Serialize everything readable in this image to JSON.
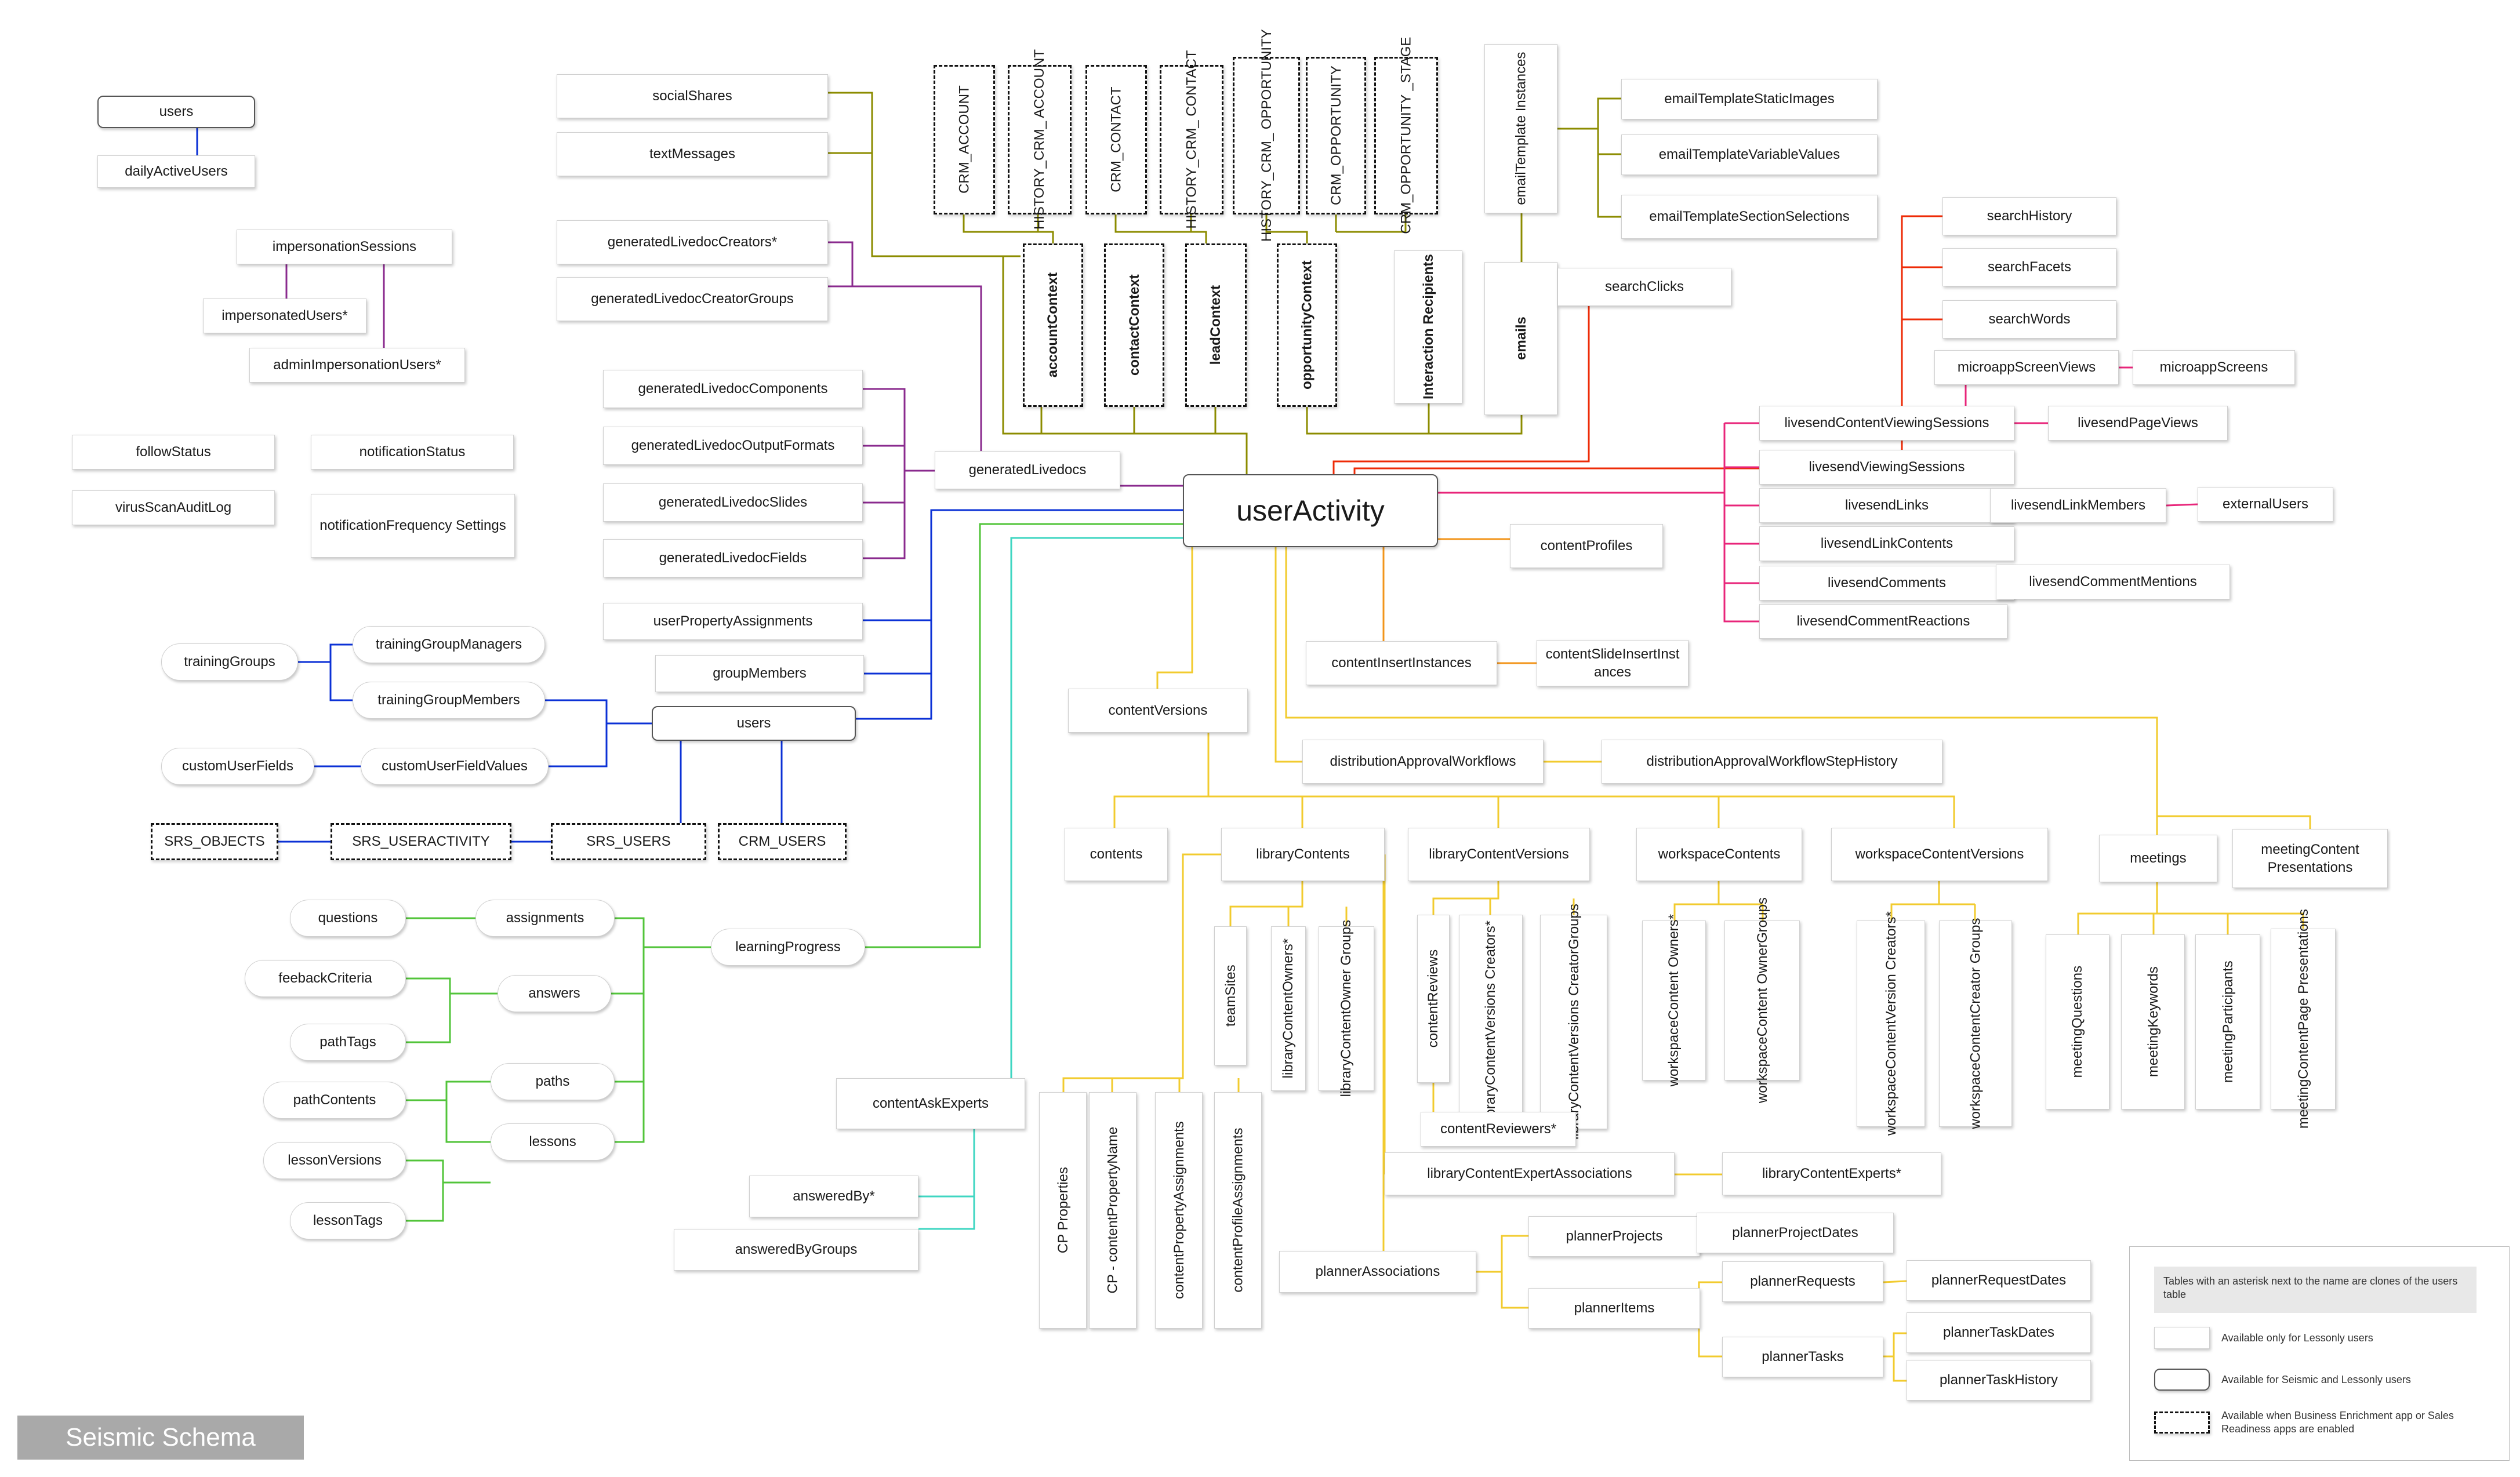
{
  "title": "Seismic Schema",
  "colors": {
    "olive": "#8c8c00",
    "purple": "#8a2a8e",
    "blue": "#0b31d6",
    "green": "#52c43a",
    "teal": "#3fd6c2",
    "red": "#ee2b07",
    "pink": "#e8257a",
    "orange": "#f2941a",
    "yellow": "#f2cb2e"
  },
  "legend": {
    "note": "Tables with an asterisk next to the name are clones of the users table",
    "items": [
      {
        "style": "box",
        "label": "Available only for Lessonly users"
      },
      {
        "style": "solid",
        "label": "Available for Seismic and Lessonly users"
      },
      {
        "style": "dashed",
        "label": "Available when Business Enrichment app or Sales Readiness apps are enabled"
      }
    ]
  },
  "nodes": [
    {
      "id": "users_top",
      "label": "users",
      "style": "solid"
    },
    {
      "id": "dailyActiveUsers",
      "label": "dailyActiveUsers",
      "style": "box"
    },
    {
      "id": "impersonationSessions",
      "label": "impersonationSessions",
      "style": "box"
    },
    {
      "id": "impersonatedUsers",
      "label": "impersonatedUsers*",
      "style": "box"
    },
    {
      "id": "adminImpersonationUsers",
      "label": "adminImpersonationUsers*",
      "style": "box"
    },
    {
      "id": "followStatus",
      "label": "followStatus",
      "style": "box"
    },
    {
      "id": "notificationStatus",
      "label": "notificationStatus",
      "style": "box"
    },
    {
      "id": "virusScanAuditLog",
      "label": "virusScanAuditLog",
      "style": "box"
    },
    {
      "id": "notificationFrequencySettings",
      "label": "notificationFrequency Settings",
      "style": "box"
    },
    {
      "id": "socialShares",
      "label": "socialShares",
      "style": "box"
    },
    {
      "id": "textMessages",
      "label": "textMessages",
      "style": "box"
    },
    {
      "id": "generatedLivedocCreators",
      "label": "generatedLivedocCreators*",
      "style": "box"
    },
    {
      "id": "generatedLivedocCreatorGroups",
      "label": "generatedLivedocCreatorGroups",
      "style": "box"
    },
    {
      "id": "generatedLivedocComponents",
      "label": "generatedLivedocComponents",
      "style": "box"
    },
    {
      "id": "generatedLivedocOutputFormats",
      "label": "generatedLivedocOutputFormats",
      "style": "box"
    },
    {
      "id": "generatedLivedocSlides",
      "label": "generatedLivedocSlides",
      "style": "box"
    },
    {
      "id": "generatedLivedocFields",
      "label": "generatedLivedocFields",
      "style": "box"
    },
    {
      "id": "generatedLivedocs",
      "label": "generatedLivedocs",
      "style": "box"
    },
    {
      "id": "userPropertyAssignments",
      "label": "userPropertyAssignments",
      "style": "box"
    },
    {
      "id": "groupMembers",
      "label": "groupMembers",
      "style": "box"
    },
    {
      "id": "users_mid",
      "label": "users",
      "style": "solid"
    },
    {
      "id": "trainingGroups",
      "label": "trainingGroups",
      "style": "pill"
    },
    {
      "id": "trainingGroupManagers",
      "label": "trainingGroupManagers",
      "style": "pill"
    },
    {
      "id": "trainingGroupMembers",
      "label": "trainingGroupMembers",
      "style": "pill"
    },
    {
      "id": "customUserFields",
      "label": "customUserFields",
      "style": "pill"
    },
    {
      "id": "customUserFieldValues",
      "label": "customUserFieldValues",
      "style": "pill"
    },
    {
      "id": "SRS_OBJECTS",
      "label": "SRS_OBJECTS",
      "style": "dashed"
    },
    {
      "id": "SRS_USERACTIVITY",
      "label": "SRS_USERACTIVITY",
      "style": "dashed"
    },
    {
      "id": "SRS_USERS",
      "label": "SRS_USERS",
      "style": "dashed"
    },
    {
      "id": "CRM_USERS",
      "label": "CRM_USERS",
      "style": "dashed"
    },
    {
      "id": "questions",
      "label": "questions",
      "style": "pill"
    },
    {
      "id": "assignments",
      "label": "assignments",
      "style": "pill"
    },
    {
      "id": "feebackCriteria",
      "label": "feebackCriteria",
      "style": "pill"
    },
    {
      "id": "answers",
      "label": "answers",
      "style": "pill"
    },
    {
      "id": "pathTags",
      "label": "pathTags",
      "style": "pill"
    },
    {
      "id": "paths",
      "label": "paths",
      "style": "pill"
    },
    {
      "id": "pathContents",
      "label": "pathContents",
      "style": "pill"
    },
    {
      "id": "lessons",
      "label": "lessons",
      "style": "pill"
    },
    {
      "id": "lessonVersions",
      "label": "lessonVersions",
      "style": "pill"
    },
    {
      "id": "lessonTags",
      "label": "lessonTags",
      "style": "pill"
    },
    {
      "id": "learningProgress",
      "label": "learningProgress",
      "style": "pill"
    },
    {
      "id": "contentAskExperts",
      "label": "contentAskExperts",
      "style": "box"
    },
    {
      "id": "answeredBy",
      "label": "answeredBy*",
      "style": "box"
    },
    {
      "id": "answeredByGroups",
      "label": "answeredByGroups",
      "style": "box"
    },
    {
      "id": "CRM_ACCOUNT",
      "label": "CRM_ACCOUNT",
      "style": "dashed",
      "vertical": true
    },
    {
      "id": "HISTORY_CRM_ACCOUNT",
      "label": "HISTORY_CRM_ ACCOUNT",
      "style": "dashed",
      "vertical": true
    },
    {
      "id": "CRM_CONTACT",
      "label": "CRM_CONTACT",
      "style": "dashed",
      "vertical": true
    },
    {
      "id": "HISTORY_CRM_CONTACT",
      "label": "HISTORY_CRM_ CONTACT",
      "style": "dashed",
      "vertical": true
    },
    {
      "id": "HISTORY_CRM_OPPORTUNITY",
      "label": "HISTORY_CRM_ OPPORTUNITY",
      "style": "dashed",
      "vertical": true
    },
    {
      "id": "CRM_OPPORTUNITY",
      "label": "CRM_OPPORTUNITY",
      "style": "dashed",
      "vertical": true
    },
    {
      "id": "CRM_OPPORTUNITY_STAGE",
      "label": "CRM_OPPORTUNITY _STAGE",
      "style": "dashed",
      "vertical": true
    },
    {
      "id": "accountContext",
      "label": "accountContext",
      "style": "dashed",
      "vertical": true,
      "bold": true
    },
    {
      "id": "contactContext",
      "label": "contactContext",
      "style": "dashed",
      "vertical": true,
      "bold": true
    },
    {
      "id": "leadContext",
      "label": "leadContext",
      "style": "dashed",
      "vertical": true,
      "bold": true
    },
    {
      "id": "opportunityContext",
      "label": "opportunityContext",
      "style": "dashed",
      "vertical": true,
      "bold": true
    },
    {
      "id": "interactionRecipients",
      "label": "Interaction Recipients",
      "style": "box",
      "vertical": true,
      "bold": true
    },
    {
      "id": "emailTemplateInstances",
      "label": "emailTemplate Instances",
      "style": "box",
      "vertical": true
    },
    {
      "id": "emails",
      "label": "emails",
      "style": "box",
      "vertical": true,
      "bold": true
    },
    {
      "id": "emailTemplateStaticImages",
      "label": "emailTemplateStaticImages",
      "style": "box"
    },
    {
      "id": "emailTemplateVariableValues",
      "label": "emailTemplateVariableValues",
      "style": "box"
    },
    {
      "id": "emailTemplateSectionSelections",
      "label": "emailTemplateSectionSelections",
      "style": "box"
    },
    {
      "id": "searchClicks",
      "label": "searchClicks",
      "style": "box"
    },
    {
      "id": "searchHistory",
      "label": "searchHistory",
      "style": "box"
    },
    {
      "id": "searchFacets",
      "label": "searchFacets",
      "style": "box"
    },
    {
      "id": "searchWords",
      "label": "searchWords",
      "style": "box"
    },
    {
      "id": "microappScreenViews",
      "label": "microappScreenViews",
      "style": "box"
    },
    {
      "id": "microappScreens",
      "label": "microappScreens",
      "style": "box"
    },
    {
      "id": "livesendContentViewingSessions",
      "label": "livesendContentViewingSessions",
      "style": "box"
    },
    {
      "id": "livesendPageViews",
      "label": "livesendPageViews",
      "style": "box"
    },
    {
      "id": "livesendViewingSessions",
      "label": "livesendViewingSessions",
      "style": "box"
    },
    {
      "id": "livesendLinks",
      "label": "livesendLinks",
      "style": "box"
    },
    {
      "id": "livesendLinkMembers",
      "label": "livesendLinkMembers",
      "style": "box"
    },
    {
      "id": "externalUsers",
      "label": "externalUsers",
      "style": "box"
    },
    {
      "id": "livesendLinkContents",
      "label": "livesendLinkContents",
      "style": "box"
    },
    {
      "id": "livesendComments",
      "label": "livesendComments",
      "style": "box"
    },
    {
      "id": "livesendCommentMentions",
      "label": "livesendCommentMentions",
      "style": "box"
    },
    {
      "id": "livesendCommentReactions",
      "label": "livesendCommentReactions",
      "style": "box"
    },
    {
      "id": "userActivity",
      "label": "userActivity",
      "style": "solid",
      "big": true
    },
    {
      "id": "contentProfiles",
      "label": "contentProfiles",
      "style": "box"
    },
    {
      "id": "contentInsertInstances",
      "label": "contentInsertInstances",
      "style": "box"
    },
    {
      "id": "contentSlideInsertInstances",
      "label": "contentSlideInsertInst ances",
      "style": "box"
    },
    {
      "id": "contentVersions",
      "label": "contentVersions",
      "style": "box"
    },
    {
      "id": "distributionApprovalWorkflows",
      "label": "distributionApprovalWorkflows",
      "style": "box"
    },
    {
      "id": "distributionApprovalWorkflowStepHistory",
      "label": "distributionApprovalWorkflowStepHistory",
      "style": "box"
    },
    {
      "id": "contents",
      "label": "contents",
      "style": "box"
    },
    {
      "id": "libraryContents",
      "label": "libraryContents",
      "style": "box"
    },
    {
      "id": "libraryContentVersions",
      "label": "libraryContentVersions",
      "style": "box"
    },
    {
      "id": "workspaceContents",
      "label": "workspaceContents",
      "style": "box"
    },
    {
      "id": "workspaceContentVersions",
      "label": "workspaceContentVersions",
      "style": "box"
    },
    {
      "id": "meetings",
      "label": "meetings",
      "style": "box"
    },
    {
      "id": "meetingContentPresentations",
      "label": "meetingContent Presentations",
      "style": "box"
    },
    {
      "id": "teamSites",
      "label": "teamSites",
      "style": "box",
      "vertical": true
    },
    {
      "id": "libraryContentOwners",
      "label": "libraryContentOwners*",
      "style": "box",
      "vertical": true
    },
    {
      "id": "libraryContentOwnerGroups",
      "label": "libraryContentOwner Groups",
      "style": "box",
      "vertical": true
    },
    {
      "id": "contentReviews",
      "label": "contentReviews",
      "style": "box",
      "vertical": true
    },
    {
      "id": "libraryContentVersionsCreators",
      "label": "libraryContentVersions Creators*",
      "style": "box",
      "vertical": true
    },
    {
      "id": "libraryContentVersionsCreatorGroups",
      "label": "libraryContentVersions CreatorGroups",
      "style": "box",
      "vertical": true
    },
    {
      "id": "contentReviewers",
      "label": "contentReviewers*",
      "style": "box"
    },
    {
      "id": "workspaceContentOwners",
      "label": "workspaceContent Owners*",
      "style": "box",
      "vertical": true
    },
    {
      "id": "workspaceContentOwnerGroups",
      "label": "workspaceContent OwnerGroups",
      "style": "box",
      "vertical": true
    },
    {
      "id": "workspaceContentVersionCreators",
      "label": "workspaceContentVersion Creators*",
      "style": "box",
      "vertical": true
    },
    {
      "id": "workspaceContentCreatorGroups",
      "label": "workspaceContentCreator Groups",
      "style": "box",
      "vertical": true
    },
    {
      "id": "meetingQuestions",
      "label": "meetingQuestions",
      "style": "box",
      "vertical": true
    },
    {
      "id": "meetingKeywords",
      "label": "meetingKeywords",
      "style": "box",
      "vertical": true
    },
    {
      "id": "meetingParticipants",
      "label": "meetingParticipants",
      "style": "box",
      "vertical": true
    },
    {
      "id": "meetingContentPagePresentations",
      "label": "meetingContentPage Presentations",
      "style": "box",
      "vertical": true
    },
    {
      "id": "libraryContentExpertAssociations",
      "label": "libraryContentExpertAssociations",
      "style": "box"
    },
    {
      "id": "libraryContentExperts",
      "label": "libraryContentExperts*",
      "style": "box"
    },
    {
      "id": "cpProperties",
      "label": "CP Properties",
      "style": "box",
      "vertical": true
    },
    {
      "id": "cpContentPropertyName",
      "label": "CP - contentPropertyName",
      "style": "box",
      "vertical": true
    },
    {
      "id": "contentPropertyAssignments",
      "label": "contentPropertyAssignments",
      "style": "box",
      "vertical": true
    },
    {
      "id": "contentProfileAssignments",
      "label": "contentProfileAssignments",
      "style": "box",
      "vertical": true
    },
    {
      "id": "plannerAssociations",
      "label": "plannerAssociations",
      "style": "box"
    },
    {
      "id": "plannerProjects",
      "label": "plannerProjects",
      "style": "box"
    },
    {
      "id": "plannerProjectDates",
      "label": "plannerProjectDates",
      "style": "box"
    },
    {
      "id": "plannerItems",
      "label": "plannerItems",
      "style": "box"
    },
    {
      "id": "plannerRequests",
      "label": "plannerRequests",
      "style": "box"
    },
    {
      "id": "plannerRequestDates",
      "label": "plannerRequestDates",
      "style": "box"
    },
    {
      "id": "plannerTasks",
      "label": "plannerTasks",
      "style": "box"
    },
    {
      "id": "plannerTaskDates",
      "label": "plannerTaskDates",
      "style": "box"
    },
    {
      "id": "plannerTaskHistory",
      "label": "plannerTaskHistory",
      "style": "box"
    }
  ]
}
